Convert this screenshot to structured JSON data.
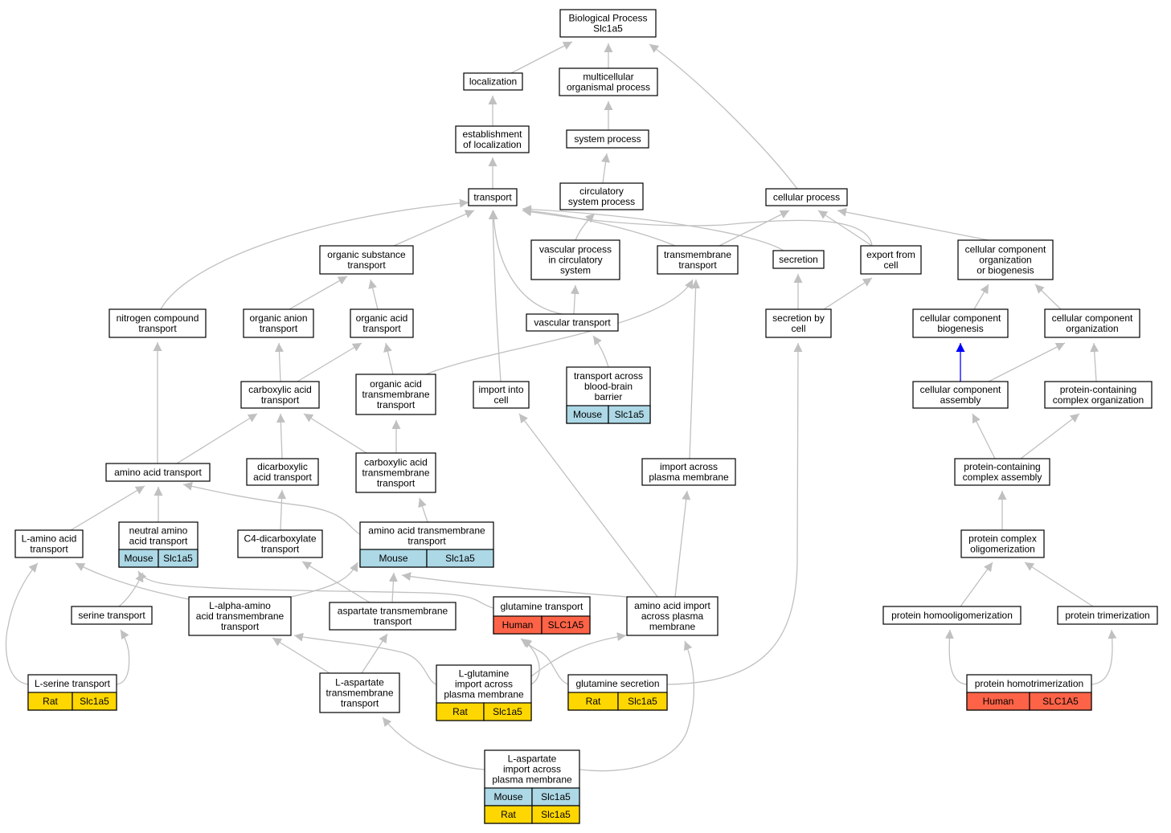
{
  "colors": {
    "edge": "#c0c0c0",
    "highlight_edge": "#0000ff",
    "Mouse": "#add8e6",
    "Rat": "#ffd700",
    "Human": "#ff6347"
  },
  "nodes": [
    {
      "id": "bp",
      "lines": [
        "Biological Process",
        "Slc1a5"
      ]
    },
    {
      "id": "localization",
      "lines": [
        "localization"
      ]
    },
    {
      "id": "multicellular",
      "lines": [
        "multicellular",
        "organismal process"
      ]
    },
    {
      "id": "estloc",
      "lines": [
        "establishment",
        "of localization"
      ]
    },
    {
      "id": "sysproc",
      "lines": [
        "system process"
      ]
    },
    {
      "id": "transport",
      "lines": [
        "transport"
      ]
    },
    {
      "id": "circ",
      "lines": [
        "circulatory",
        "system process"
      ]
    },
    {
      "id": "cellproc",
      "lines": [
        "cellular process"
      ]
    },
    {
      "id": "orgsubst",
      "lines": [
        "organic substance",
        "transport"
      ]
    },
    {
      "id": "vascproc",
      "lines": [
        "vascular process",
        "in circulatory",
        "system"
      ]
    },
    {
      "id": "tmtransport",
      "lines": [
        "transmembrane",
        "transport"
      ]
    },
    {
      "id": "secretion",
      "lines": [
        "secretion"
      ]
    },
    {
      "id": "export",
      "lines": [
        "export from",
        "cell"
      ]
    },
    {
      "id": "ccob",
      "lines": [
        "cellular component",
        "organization",
        "or biogenesis"
      ]
    },
    {
      "id": "nitro",
      "lines": [
        "nitrogen compound",
        "transport"
      ]
    },
    {
      "id": "organion",
      "lines": [
        "organic anion",
        "transport"
      ]
    },
    {
      "id": "orgacid",
      "lines": [
        "organic acid",
        "transport"
      ]
    },
    {
      "id": "vasctransport",
      "lines": [
        "vascular transport"
      ]
    },
    {
      "id": "secbycell",
      "lines": [
        "secretion by",
        "cell"
      ]
    },
    {
      "id": "ccbio",
      "lines": [
        "cellular component",
        "biogenesis"
      ]
    },
    {
      "id": "ccorg",
      "lines": [
        "cellular component",
        "organization"
      ]
    },
    {
      "id": "carbox",
      "lines": [
        "carboxylic acid",
        "transport"
      ]
    },
    {
      "id": "oatm",
      "lines": [
        "organic acid",
        "transmembrane",
        "transport"
      ]
    },
    {
      "id": "importcell",
      "lines": [
        "import into",
        "cell"
      ]
    },
    {
      "id": "bbb",
      "lines": [
        "transport across",
        "blood-brain",
        "barrier"
      ],
      "tags": [
        [
          "Mouse",
          "Slc1a5"
        ]
      ]
    },
    {
      "id": "ccassembly",
      "lines": [
        "cellular component",
        "assembly"
      ]
    },
    {
      "id": "pcco",
      "lines": [
        "protein-containing",
        "complex organization"
      ]
    },
    {
      "id": "aatransport",
      "lines": [
        "amino acid transport"
      ]
    },
    {
      "id": "dicarbox",
      "lines": [
        "dicarboxylic",
        "acid transport"
      ]
    },
    {
      "id": "catm",
      "lines": [
        "carboxylic acid",
        "transmembrane",
        "transport"
      ]
    },
    {
      "id": "importpm",
      "lines": [
        "import across",
        "plasma membrane"
      ]
    },
    {
      "id": "pcca",
      "lines": [
        "protein-containing",
        "complex assembly"
      ]
    },
    {
      "id": "laa",
      "lines": [
        "L-amino acid",
        "transport"
      ]
    },
    {
      "id": "neutral",
      "lines": [
        "neutral amino",
        "acid transport"
      ],
      "tags": [
        [
          "Mouse",
          "Slc1a5"
        ]
      ]
    },
    {
      "id": "c4",
      "lines": [
        "C4-dicarboxylate",
        "transport"
      ]
    },
    {
      "id": "aatm",
      "lines": [
        "amino acid transmembrane",
        "transport"
      ],
      "tags": [
        [
          "Mouse",
          "Slc1a5"
        ]
      ]
    },
    {
      "id": "pcoligo",
      "lines": [
        "protein complex",
        "oligomerization"
      ]
    },
    {
      "id": "serine",
      "lines": [
        "serine transport"
      ]
    },
    {
      "id": "lalpha",
      "lines": [
        "L-alpha-amino",
        "acid transmembrane",
        "transport"
      ]
    },
    {
      "id": "asptm",
      "lines": [
        "aspartate transmembrane",
        "transport"
      ]
    },
    {
      "id": "gln",
      "lines": [
        "glutamine transport"
      ],
      "tags": [
        [
          "Human",
          "SLC1A5"
        ]
      ]
    },
    {
      "id": "aaimport",
      "lines": [
        "amino acid import",
        "across plasma",
        "membrane"
      ]
    },
    {
      "id": "homoolig",
      "lines": [
        "protein homooligomerization"
      ]
    },
    {
      "id": "trimer",
      "lines": [
        "protein trimerization"
      ]
    },
    {
      "id": "lserine",
      "lines": [
        "L-serine transport"
      ],
      "tags": [
        [
          "Rat",
          "Slc1a5"
        ]
      ]
    },
    {
      "id": "lasptm",
      "lines": [
        "L-aspartate",
        "transmembrane",
        "transport"
      ]
    },
    {
      "id": "lglnimport",
      "lines": [
        "L-glutamine",
        "import across",
        "plasma membrane"
      ],
      "tags": [
        [
          "Rat",
          "Slc1a5"
        ]
      ]
    },
    {
      "id": "glnsec",
      "lines": [
        "glutamine secretion"
      ],
      "tags": [
        [
          "Rat",
          "Slc1a5"
        ]
      ]
    },
    {
      "id": "homotrimer",
      "lines": [
        "protein homotrimerization"
      ],
      "tags": [
        [
          "Human",
          "SLC1A5"
        ]
      ]
    },
    {
      "id": "laspimport",
      "lines": [
        "L-aspartate",
        "import across",
        "plasma membrane"
      ],
      "tags": [
        [
          "Mouse",
          "Slc1a5"
        ],
        [
          "Rat",
          "Slc1a5"
        ]
      ]
    }
  ],
  "edges": [
    {
      "from": "localization",
      "to": "bp"
    },
    {
      "from": "multicellular",
      "to": "bp"
    },
    {
      "from": "cellproc",
      "to": "bp"
    },
    {
      "from": "estloc",
      "to": "localization"
    },
    {
      "from": "sysproc",
      "to": "multicellular"
    },
    {
      "from": "transport",
      "to": "estloc"
    },
    {
      "from": "circ",
      "to": "sysproc"
    },
    {
      "from": "vascproc",
      "to": "circ"
    },
    {
      "from": "tmtransport",
      "to": "cellproc"
    },
    {
      "from": "export",
      "to": "cellproc"
    },
    {
      "from": "ccob",
      "to": "cellproc"
    },
    {
      "from": "orgsubst",
      "to": "transport"
    },
    {
      "from": "nitro",
      "to": "transport"
    },
    {
      "from": "tmtransport",
      "to": "transport"
    },
    {
      "from": "secretion",
      "to": "transport"
    },
    {
      "from": "export",
      "to": "transport"
    },
    {
      "from": "vasctransport",
      "to": "transport"
    },
    {
      "from": "importcell",
      "to": "transport"
    },
    {
      "from": "organion",
      "to": "orgsubst"
    },
    {
      "from": "orgacid",
      "to": "orgsubst"
    },
    {
      "from": "vasctransport",
      "to": "vascproc"
    },
    {
      "from": "oatm",
      "to": "tmtransport"
    },
    {
      "from": "importpm",
      "to": "tmtransport"
    },
    {
      "from": "secbycell",
      "to": "secretion"
    },
    {
      "from": "secbycell",
      "to": "export"
    },
    {
      "from": "ccbio",
      "to": "ccob"
    },
    {
      "from": "ccorg",
      "to": "ccob"
    },
    {
      "from": "aatransport",
      "to": "nitro"
    },
    {
      "from": "carbox",
      "to": "organion"
    },
    {
      "from": "carbox",
      "to": "orgacid"
    },
    {
      "from": "oatm",
      "to": "orgacid"
    },
    {
      "from": "bbb",
      "to": "vasctransport"
    },
    {
      "from": "glnsec",
      "to": "secbycell"
    },
    {
      "from": "ccassembly",
      "to": "ccbio",
      "blue": true
    },
    {
      "from": "ccassembly",
      "to": "ccorg"
    },
    {
      "from": "pcco",
      "to": "ccorg"
    },
    {
      "from": "aatransport",
      "to": "carbox"
    },
    {
      "from": "dicarbox",
      "to": "carbox"
    },
    {
      "from": "catm",
      "to": "carbox"
    },
    {
      "from": "catm",
      "to": "oatm"
    },
    {
      "from": "aaimport",
      "to": "importcell"
    },
    {
      "from": "pcca",
      "to": "ccassembly"
    },
    {
      "from": "pcca",
      "to": "pcco"
    },
    {
      "from": "laa",
      "to": "aatransport"
    },
    {
      "from": "neutral",
      "to": "aatransport"
    },
    {
      "from": "aatm",
      "to": "aatransport"
    },
    {
      "from": "c4",
      "to": "dicarbox"
    },
    {
      "from": "aatm",
      "to": "catm"
    },
    {
      "from": "aaimport",
      "to": "importpm"
    },
    {
      "from": "pcoligo",
      "to": "pcca"
    },
    {
      "from": "serine",
      "to": "neutral"
    },
    {
      "from": "gln",
      "to": "neutral"
    },
    {
      "from": "lalpha",
      "to": "laa"
    },
    {
      "from": "lalpha",
      "to": "aatm"
    },
    {
      "from": "asptm",
      "to": "c4"
    },
    {
      "from": "asptm",
      "to": "aatm"
    },
    {
      "from": "aaimport",
      "to": "aatm"
    },
    {
      "from": "homoolig",
      "to": "pcoligo"
    },
    {
      "from": "trimer",
      "to": "pcoligo"
    },
    {
      "from": "lserine",
      "to": "laa"
    },
    {
      "from": "lserine",
      "to": "serine"
    },
    {
      "from": "lasptm",
      "to": "lalpha"
    },
    {
      "from": "lasptm",
      "to": "asptm"
    },
    {
      "from": "lglnimport",
      "to": "lalpha"
    },
    {
      "from": "lglnimport",
      "to": "gln"
    },
    {
      "from": "lglnimport",
      "to": "aaimport"
    },
    {
      "from": "glnsec",
      "to": "gln"
    },
    {
      "from": "homotrimer",
      "to": "homoolig"
    },
    {
      "from": "homotrimer",
      "to": "trimer"
    },
    {
      "from": "laspimport",
      "to": "lasptm"
    },
    {
      "from": "laspimport",
      "to": "aaimport"
    }
  ]
}
